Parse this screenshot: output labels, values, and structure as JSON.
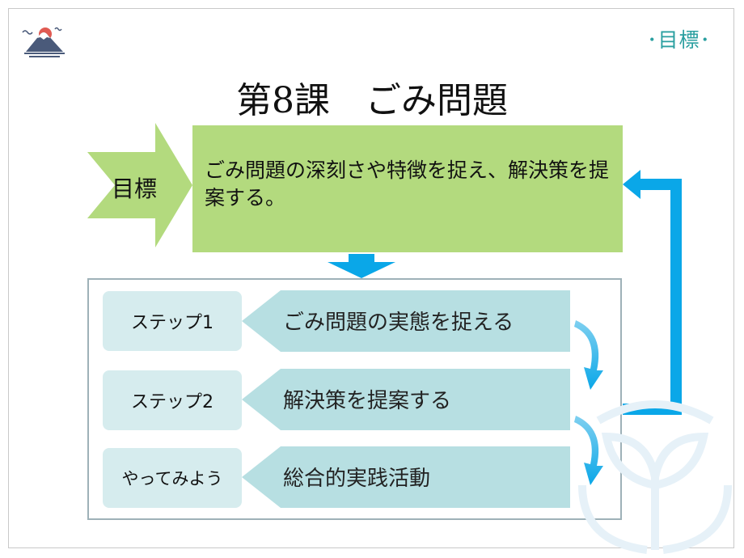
{
  "header": {
    "section_label": "･目標･"
  },
  "title": "第8課　ごみ問題",
  "goal": {
    "label": "目標",
    "text": "ごみ問題の深刻さや特徴を捉え、解決策を提案する。"
  },
  "steps": [
    {
      "label": "ステップ1",
      "text": "ごみ問題の実態を捉える"
    },
    {
      "label": "ステップ2",
      "text": "解決策を提案する"
    },
    {
      "label": "やってみよう",
      "text": "総合的実践活動"
    }
  ],
  "colors": {
    "accent": "#2a9fa0",
    "goal_green": "#b3da7e",
    "step_teal": "#b7dfe2",
    "step_label_bg": "#d6ecee",
    "arrow_blue": "#0aa7e8"
  }
}
